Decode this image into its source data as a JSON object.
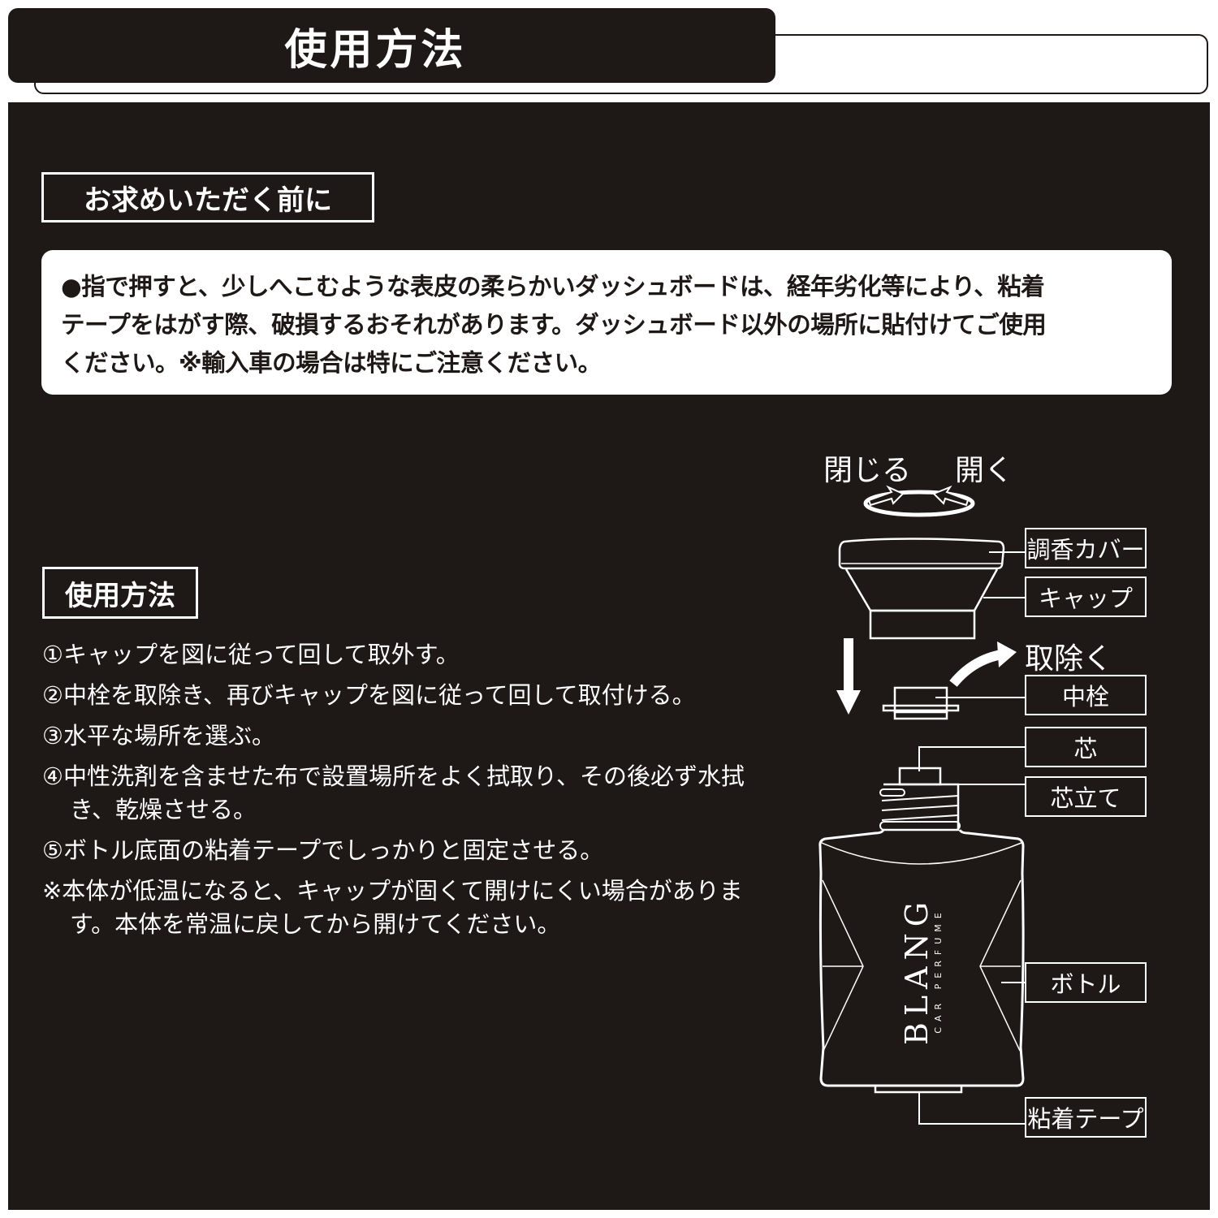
{
  "header": {
    "title": "使用方法"
  },
  "before_purchase": {
    "heading": "お求めいただく前に",
    "notice_lines": [
      "●指で押すと、少しへこむような表皮の柔らかいダッシュボードは、経年劣化等により、粘着",
      "テープをはがす際、破損するおそれがあります。ダッシュボード以外の場所に貼付けてご使用",
      "ください。※輸入車の場合は特にご注意ください。"
    ]
  },
  "usage": {
    "heading": "使用方法",
    "steps": [
      "①キャップを図に従って回して取外す。",
      "②中栓を取除き、再びキャップを図に従って回して取付ける。",
      "③水平な場所を選ぶ。",
      "④中性洗剤を含ませた布で設置場所をよく拭取り、その後必ず水拭き、乾燥させる。",
      "⑤ボトル底面の粘着テープでしっかりと固定させる。",
      "※本体が低温になると、キャップが固くて開けにくい場合があります。本体を常温に戻してから開けてください。"
    ]
  },
  "diagram": {
    "close_label": "閉じる",
    "open_label": "開く",
    "remove_label": "取除く",
    "brand": "BLANG",
    "brand_sub": "CAR PERFUME",
    "parts": {
      "cover": "調香カバー",
      "cap": "キャップ",
      "inner_plug": "中栓",
      "wick": "芯",
      "wick_stand": "芯立て",
      "bottle": "ボトル",
      "tape": "粘着テープ"
    }
  },
  "colors": {
    "background_dark": "#1e1816",
    "foreground": "#ffffff"
  }
}
